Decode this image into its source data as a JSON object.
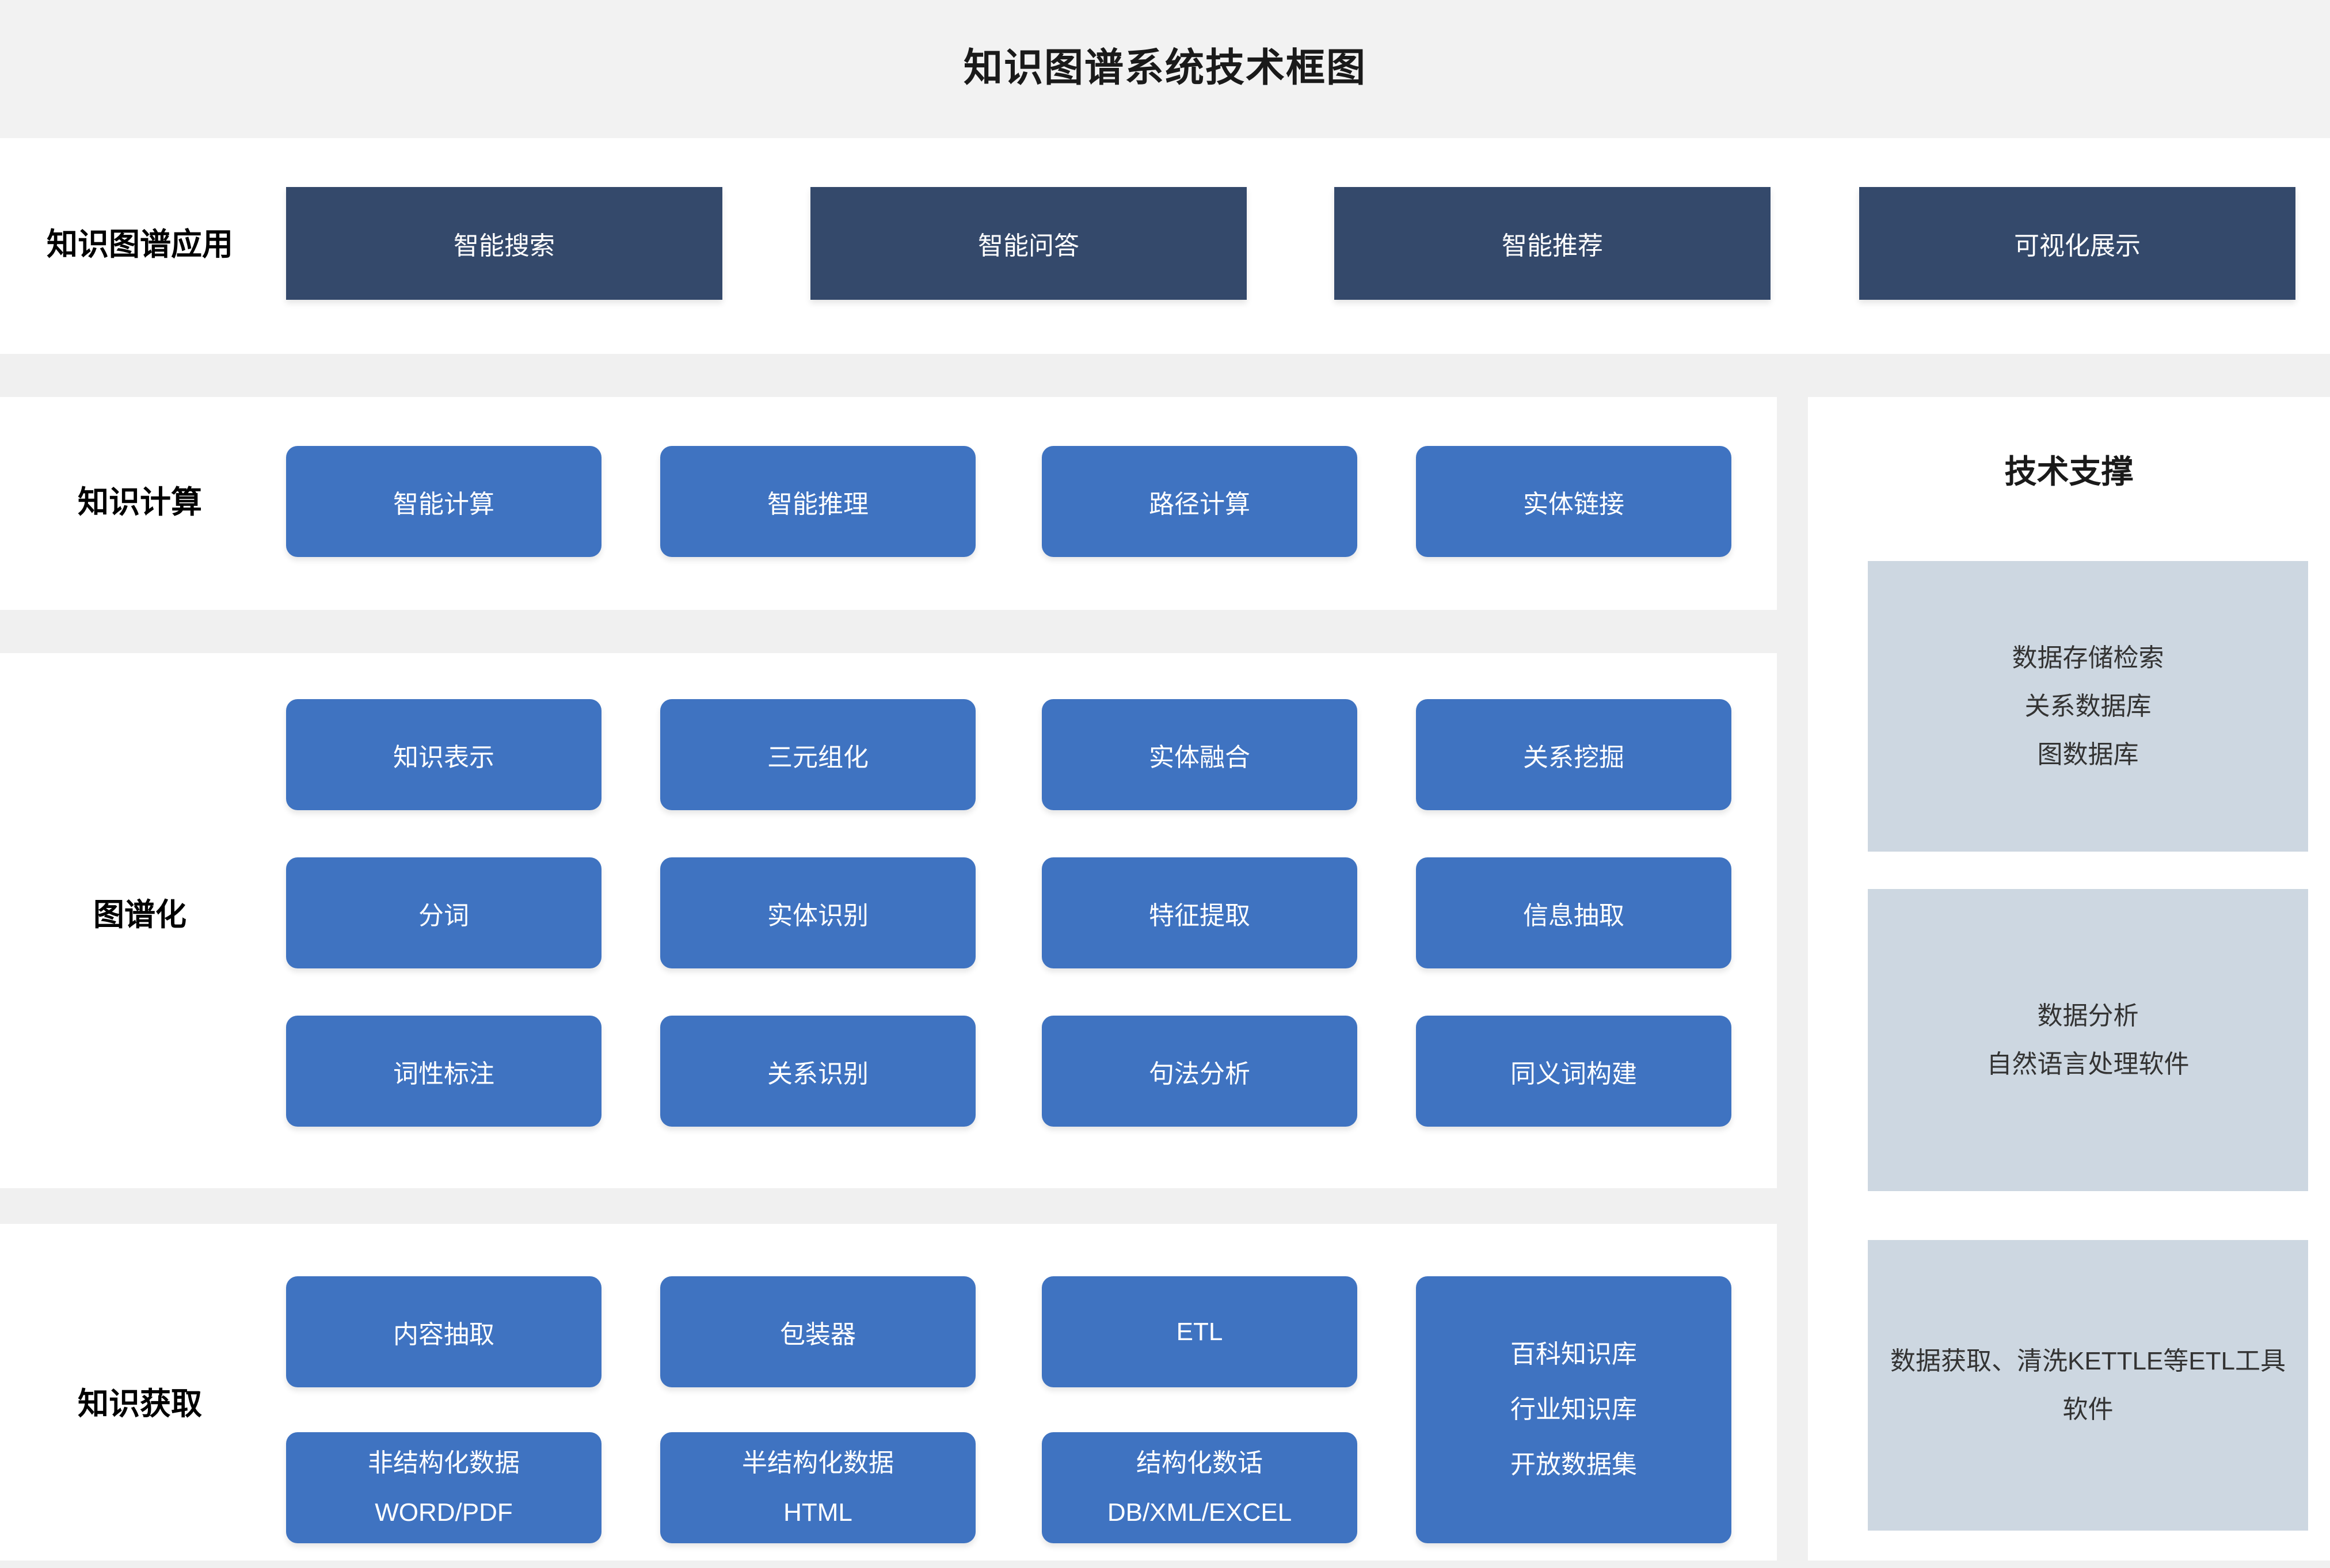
{
  "title": "知识图谱系统技术框图",
  "app_row": {
    "label": "知识图谱应用",
    "items": [
      "智能搜索",
      "智能问答",
      "智能推荐",
      "可视化展示"
    ]
  },
  "computing_row": {
    "label": "知识计算",
    "items": [
      "智能计算",
      "智能推理",
      "路径计算",
      "实体链接"
    ]
  },
  "graph_section": {
    "label": "图谱化",
    "rows": [
      [
        "知识表示",
        "三元组化",
        "实体融合",
        "关系挖掘"
      ],
      [
        "分词",
        "实体识别",
        "特征提取",
        "信息抽取"
      ],
      [
        "词性标注",
        "关系识别",
        "句法分析",
        "同义词构建"
      ]
    ]
  },
  "acquisition_section": {
    "label": "知识获取",
    "top_items": [
      "内容抽取",
      "包装器",
      "ETL"
    ],
    "repo_box_lines": [
      "百科知识库",
      "行业知识库",
      "开放数据集"
    ],
    "bottom_items": [
      {
        "line1": "非结构化数据",
        "line2": "WORD/PDF"
      },
      {
        "line1": "半结构化数据",
        "line2": "HTML"
      },
      {
        "line1": "结构化数话",
        "line2": "DB/XML/EXCEL"
      }
    ]
  },
  "support_panel": {
    "title": "技术支撑",
    "boxes": [
      {
        "lines": [
          "数据存储检索",
          "关系数据库",
          "图数据库"
        ]
      },
      {
        "lines": [
          "数据分析",
          "自然语言处理软件"
        ]
      },
      {
        "lines": [
          "数据获取、清洗KETTLE等ETL工具软件"
        ]
      }
    ]
  },
  "colors": {
    "page_bg": "#f0f0f0",
    "panel_bg": "#ffffff",
    "app_box_bg": "#34496b",
    "process_box_bg": "#3f73c1",
    "support_box_bg": "#cdd7e1",
    "box_text": "#ffffff",
    "heading_text": "#1a1a1a",
    "support_text": "#333333"
  }
}
